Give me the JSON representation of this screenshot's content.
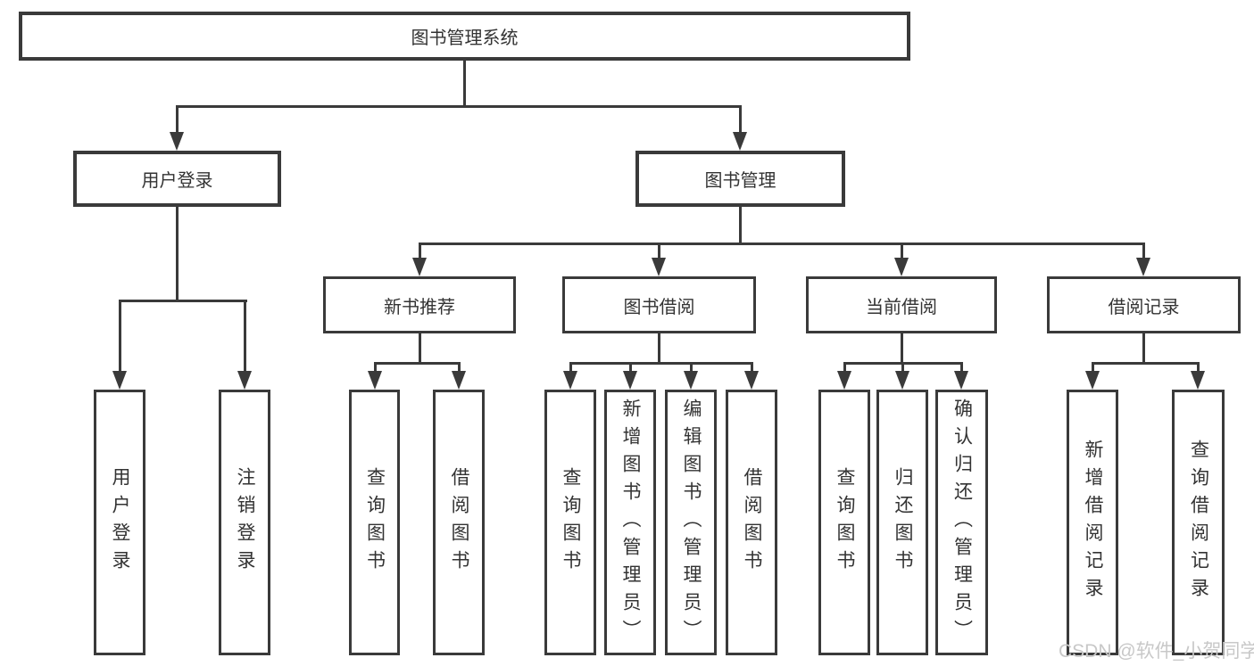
{
  "colors": {
    "line": "#3a3a3a",
    "text": "#333333",
    "watermark": "#c8c8c8",
    "background": "#ffffff"
  },
  "diagram_type": "hierarchy-tree",
  "nodes": {
    "root": "图书管理系统",
    "l2_user_login": "用户登录",
    "l2_book_mgmt": "图书管理",
    "l3_new_book_rec": "新书推荐",
    "l3_book_borrow": "图书借阅",
    "l3_current_borrow": "当前借阅",
    "l3_borrow_records": "借阅记录",
    "leaf_user_login": "用户登录",
    "leaf_logout": "注销登录",
    "leaf_nbr_query_book": "查询图书",
    "leaf_nbr_borrow_book": "借阅图书",
    "leaf_bb_query_book": "查询图书",
    "leaf_bb_add_book_admin": "新增图书（管理员）",
    "leaf_bb_edit_book_admin": "编辑图书（管理员）",
    "leaf_bb_borrow_book": "借阅图书",
    "leaf_cb_query_book": "查询图书",
    "leaf_cb_return_book": "归还图书",
    "leaf_cb_confirm_return_admin": "确认归还（管理员）",
    "leaf_br_add_record": "新增借阅记录",
    "leaf_br_query_record": "查询借阅记录"
  },
  "hierarchy": {
    "root": "图书管理系统",
    "children": [
      {
        "label": "用户登录",
        "children": [
          "用户登录",
          "注销登录"
        ]
      },
      {
        "label": "图书管理",
        "children": [
          {
            "label": "新书推荐",
            "children": [
              "查询图书",
              "借阅图书"
            ]
          },
          {
            "label": "图书借阅",
            "children": [
              "查询图书",
              "新增图书（管理员）",
              "编辑图书（管理员）",
              "借阅图书"
            ]
          },
          {
            "label": "当前借阅",
            "children": [
              "查询图书",
              "归还图书",
              "确认归还（管理员）"
            ]
          },
          {
            "label": "借阅记录",
            "children": [
              "新增借阅记录",
              "查询借阅记录"
            ]
          }
        ]
      }
    ]
  },
  "watermark": "CSDN @软件_小贺同学"
}
